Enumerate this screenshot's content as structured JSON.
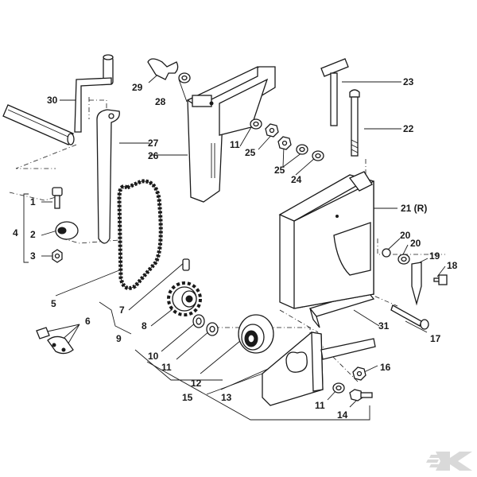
{
  "labels": {
    "n1": "1",
    "n2": "2",
    "n3": "3",
    "n4": "4",
    "n5": "5",
    "n6": "6",
    "n7": "7",
    "n8": "8",
    "n9": "9",
    "n10": "10",
    "n11a": "11",
    "n11b": "11",
    "n11c": "11",
    "n12": "12",
    "n13": "13",
    "n14": "14",
    "n15": "15",
    "n16": "16",
    "n17": "17",
    "n18": "18",
    "n19": "19",
    "n20a": "20",
    "n20b": "20",
    "n21": "21 (R)",
    "n22": "22",
    "n23": "23",
    "n24": "24",
    "n25a": "25",
    "n25b": "25",
    "n26": "26",
    "n27": "27",
    "n28": "28",
    "n29": "29",
    "n30": "30",
    "n31": "31"
  },
  "icons": {
    "brand_logo": "k-logo-icon"
  },
  "colors": {
    "ink": "#1a1a1a",
    "logo": "#d9d9d9"
  }
}
